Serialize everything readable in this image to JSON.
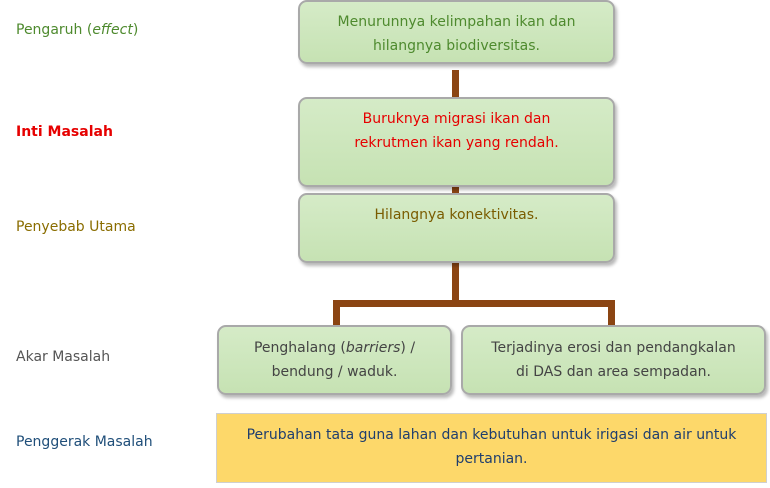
{
  "labels": {
    "effect_prefix": "Pengaruh (",
    "effect_italic": "effect",
    "effect_suffix": ")",
    "core": "Inti Masalah",
    "main_cause": "Penyebab Utama",
    "root": "Akar Masalah",
    "driver": "Penggerak Masalah"
  },
  "boxes": {
    "effect": {
      "line1": "Menurunnya kelimpahan ikan dan",
      "line2": "hilangnya biodiversitas."
    },
    "core": {
      "line1": "Buruknya migrasi ikan dan",
      "line2": "rekrutmen  ikan yang rendah."
    },
    "main_cause": {
      "line1": "Hilangnya konektivitas."
    },
    "root_left": {
      "prefix": "Penghalang (",
      "italic": "barriers",
      "suffix": ") /",
      "line2": "bendung / waduk."
    },
    "root_right": {
      "line1": "Terjadinya erosi dan pendangkalan",
      "line2": "di DAS dan area sempadan."
    },
    "driver": {
      "line1": "Perubahan tata guna lahan dan kebutuhan untuk irigasi dan air",
      "line2": "untuk pertanian."
    }
  },
  "colors": {
    "effect_label": "#4e8a2e",
    "core_label": "#e60000",
    "main_cause_label": "#8a6d00",
    "root_label": "#555555",
    "driver_label": "#1f4e79",
    "green_text": "#4e8a2e",
    "red_text": "#e60000",
    "brown_text": "#7a5c00",
    "dark_text": "#444444",
    "driver_text": "#1f3e6e",
    "connector": "#8b4513",
    "box_fill": "#c6e2b3",
    "driver_fill": "#fdd86a"
  }
}
